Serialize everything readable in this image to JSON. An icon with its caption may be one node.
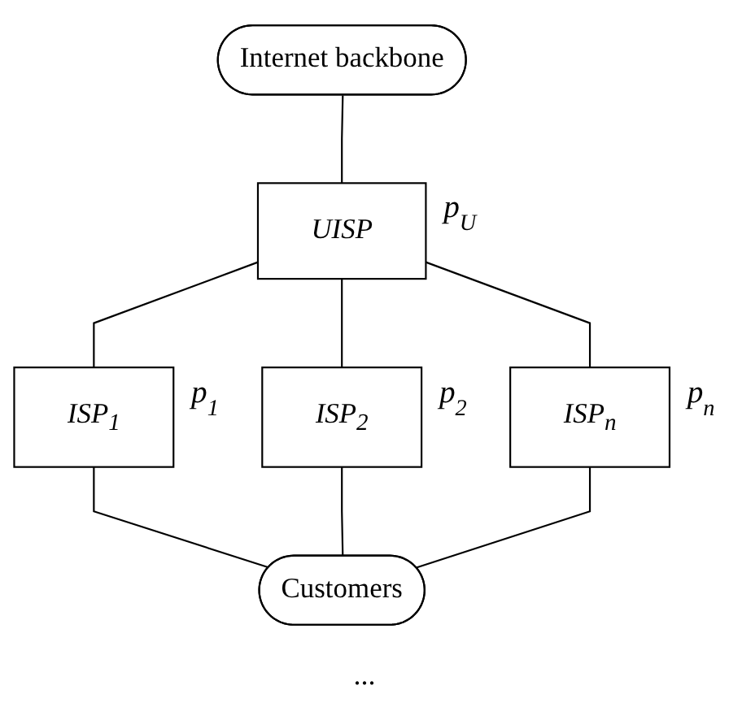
{
  "diagram": {
    "nodes": [
      {
        "text": [
          "Internet backbone"
        ]
      },
      {
        "text": [
          "UISP"
        ],
        "beside": [
          "p$_{U}$"
        ]
      },
      {
        "text": [
          "ISP$_{1}$"
        ],
        "beside": [
          "p$_{1}$"
        ]
      },
      {
        "text": [
          "ISP$_{2}$"
        ],
        "beside": [
          "p$_{2}$"
        ]
      },
      {
        "text": [
          "ISP$_{n}$"
        ],
        "beside": [
          "p$_{n}$"
        ]
      },
      {
        "text": [
          "Customers"
        ]
      }
    ],
    "edges": [
      {
        "from": 0,
        "to": 1,
        "arrow": "none"
      },
      {
        "from": 1,
        "to": 2,
        "arrow": "none"
      },
      {
        "from": 1,
        "to": 3,
        "arrow": "none"
      },
      {
        "from": 1,
        "to": 4,
        "arrow": "none"
      },
      {
        "from": 2,
        "to": 5,
        "arrow": "none"
      },
      {
        "from": 3,
        "to": 5,
        "arrow": "none"
      },
      {
        "from": 4,
        "to": 5,
        "arrow": "none"
      }
    ],
    "labels": [
      "..."
    ]
  }
}
